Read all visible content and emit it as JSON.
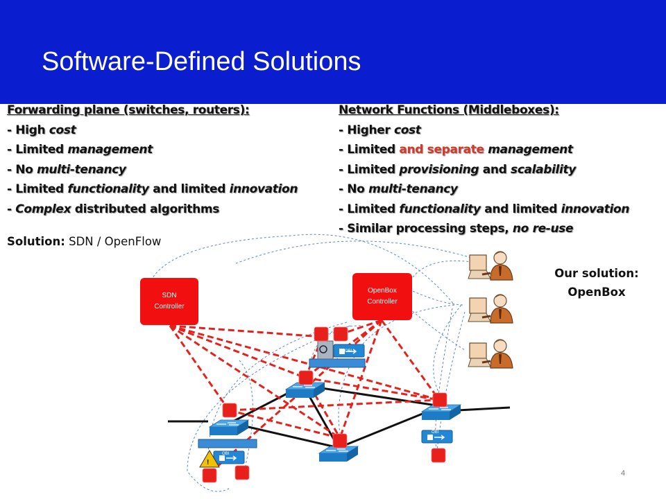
{
  "slide": {
    "title": "Software-Defined Solutions",
    "page_number": "4"
  },
  "forwarding": {
    "heading": "Forwarding plane (switches, routers):",
    "items": [
      {
        "a": "-  High ",
        "b": "cost",
        "c": "",
        "d": ""
      },
      {
        "a": "-  Limited ",
        "b": "management",
        "c": "",
        "d": ""
      },
      {
        "a": "-  No ",
        "b": "multi-tenancy",
        "c": "",
        "d": ""
      },
      {
        "a": "-  Limited ",
        "b": "functionality",
        "c": " and limited ",
        "d": "innovation"
      },
      {
        "a": "-  ",
        "b": "Complex",
        "c": " distributed algorithms",
        "d": ""
      }
    ]
  },
  "network_functions": {
    "heading": "Network Functions (Middleboxes):",
    "items": [
      {
        "a": "-  Higher ",
        "b": "cost",
        "c": "",
        "d": ""
      },
      {
        "a": "-  Limited ",
        "red": "and separate ",
        "b": "management",
        "c": "",
        "d": ""
      },
      {
        "a": "-  Limited ",
        "b": "provisioning",
        "c": " and ",
        "d": "scalability"
      },
      {
        "a": "-  No ",
        "b": "multi-tenancy",
        "c": "",
        "d": ""
      },
      {
        "a": "-  Limited ",
        "b": "functionality",
        "c": " and limited ",
        "d": "innovation"
      },
      {
        "a": "-  Similar processing steps, ",
        "b": "no re-use",
        "c": "",
        "d": ""
      }
    ]
  },
  "solution": {
    "label": "Solution:",
    "text": " SDN / OpenFlow"
  },
  "our_solution": {
    "line1": "Our solution:",
    "line2": "OpenBox"
  },
  "controllers": {
    "sdn": [
      "SDN",
      "Controller"
    ],
    "openbox": [
      "OpenBox",
      "Controller"
    ]
  },
  "icons": {
    "device_label": "OBI"
  },
  "colors": {
    "header": "#0a1ecf",
    "controller": "#f20f0f",
    "red_link": "#e8201c",
    "accent_text": "#d23a2b"
  }
}
